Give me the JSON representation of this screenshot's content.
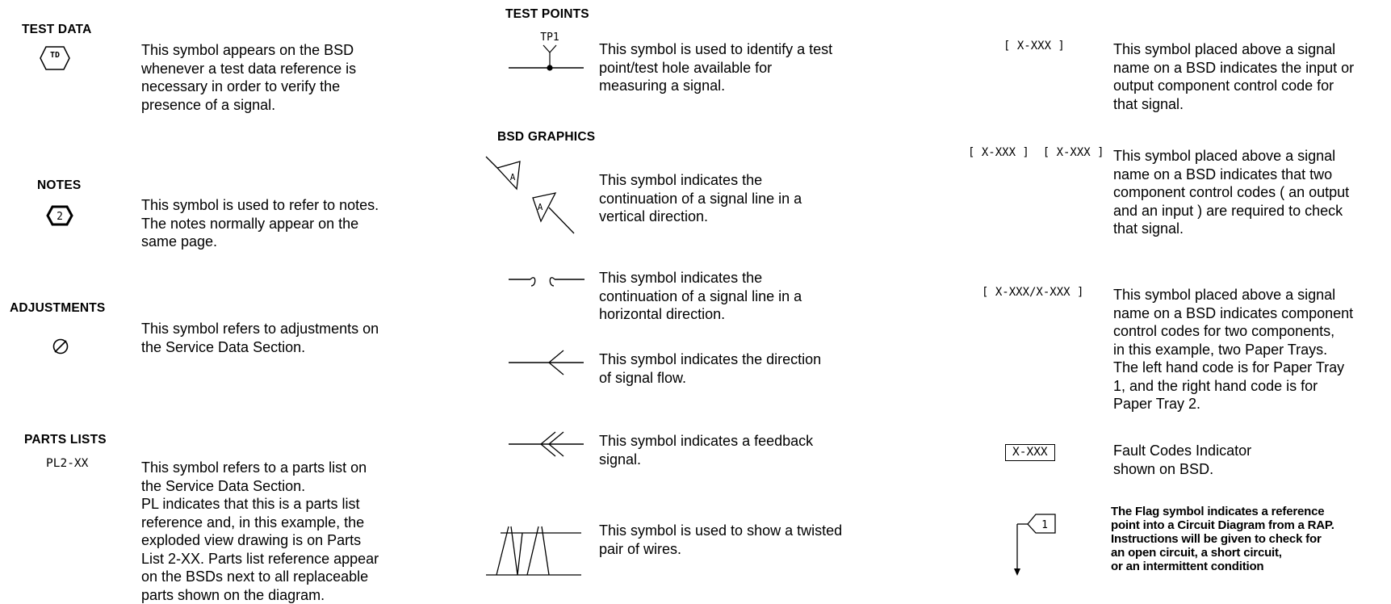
{
  "left": {
    "test_data": {
      "heading": "TEST DATA",
      "symbol": "TD",
      "text": "This symbol appears on the BSD\nwhenever a test data reference is\nnecessary in order to verify the\npresence of a signal."
    },
    "notes": {
      "heading": "NOTES",
      "symbol": "2",
      "text": "This symbol is used to refer to notes.\nThe notes normally appear on the\nsame page."
    },
    "adjustments": {
      "heading": "ADJUSTMENTS",
      "text": "This symbol refers to adjustments on\nthe Service Data Section."
    },
    "parts_lists": {
      "heading": "PARTS LISTS",
      "symbol": "PL2-XX",
      "text": "This symbol refers to a parts list on\nthe Service Data Section.\nPL indicates that this is a parts list\nreference and, in this example, the\nexploded view drawing is on Parts\nList 2-XX. Parts list reference appear\non the BSDs next to all replaceable\nparts shown on the diagram."
    }
  },
  "middle": {
    "test_points": {
      "heading": "TEST POINTS",
      "symbol": "TP1",
      "text": "This symbol is used to identify a test\npoint/test hole available for\nmeasuring a signal."
    },
    "bsd_graphics": {
      "heading": "BSD GRAPHICS",
      "vertical": {
        "symbol": "A",
        "text": "This symbol indicates the\ncontinuation of a signal line in a\nvertical direction."
      },
      "horizontal": {
        "text": "This symbol indicates the\ncontinuation of a signal line in a\nhorizontal direction."
      },
      "direction": {
        "text": "This symbol indicates the direction\nof signal flow."
      },
      "feedback": {
        "text": "This symbol indicates a feedback\nsignal."
      },
      "twisted": {
        "text": "This symbol is used to show a twisted\npair of wires."
      }
    }
  },
  "right": {
    "code1": {
      "symbol": "[ X-XXX ]",
      "text": "This symbol placed above a signal\nname on a BSD indicates the input or\noutput component control code for\nthat signal."
    },
    "code2": {
      "symbol": "[ X-XXX ]  [ X-XXX ]",
      "text": "This symbol placed above a signal\nname on a BSD indicates that two\ncomponent control codes ( an output\nand an input ) are required to check\nthat signal."
    },
    "code3": {
      "symbol": "[ X-XXX/X-XXX ]",
      "text": "This symbol placed above a signal\nname on a BSD indicates component\ncontrol codes for two components,\nin this example, two Paper Trays.\nThe left hand code is for Paper Tray\n1, and the right hand code is for\nPaper Tray 2."
    },
    "fault": {
      "symbol": "X-XXX",
      "text": "Fault Codes Indicator\nshown on BSD."
    },
    "flag": {
      "symbol": "1",
      "text": "The Flag symbol indicates a reference\npoint into a Circuit Diagram from a RAP.\n Instructions will be given to check for\nan open circuit, a short circuit,\n or an intermittent condition"
    }
  }
}
